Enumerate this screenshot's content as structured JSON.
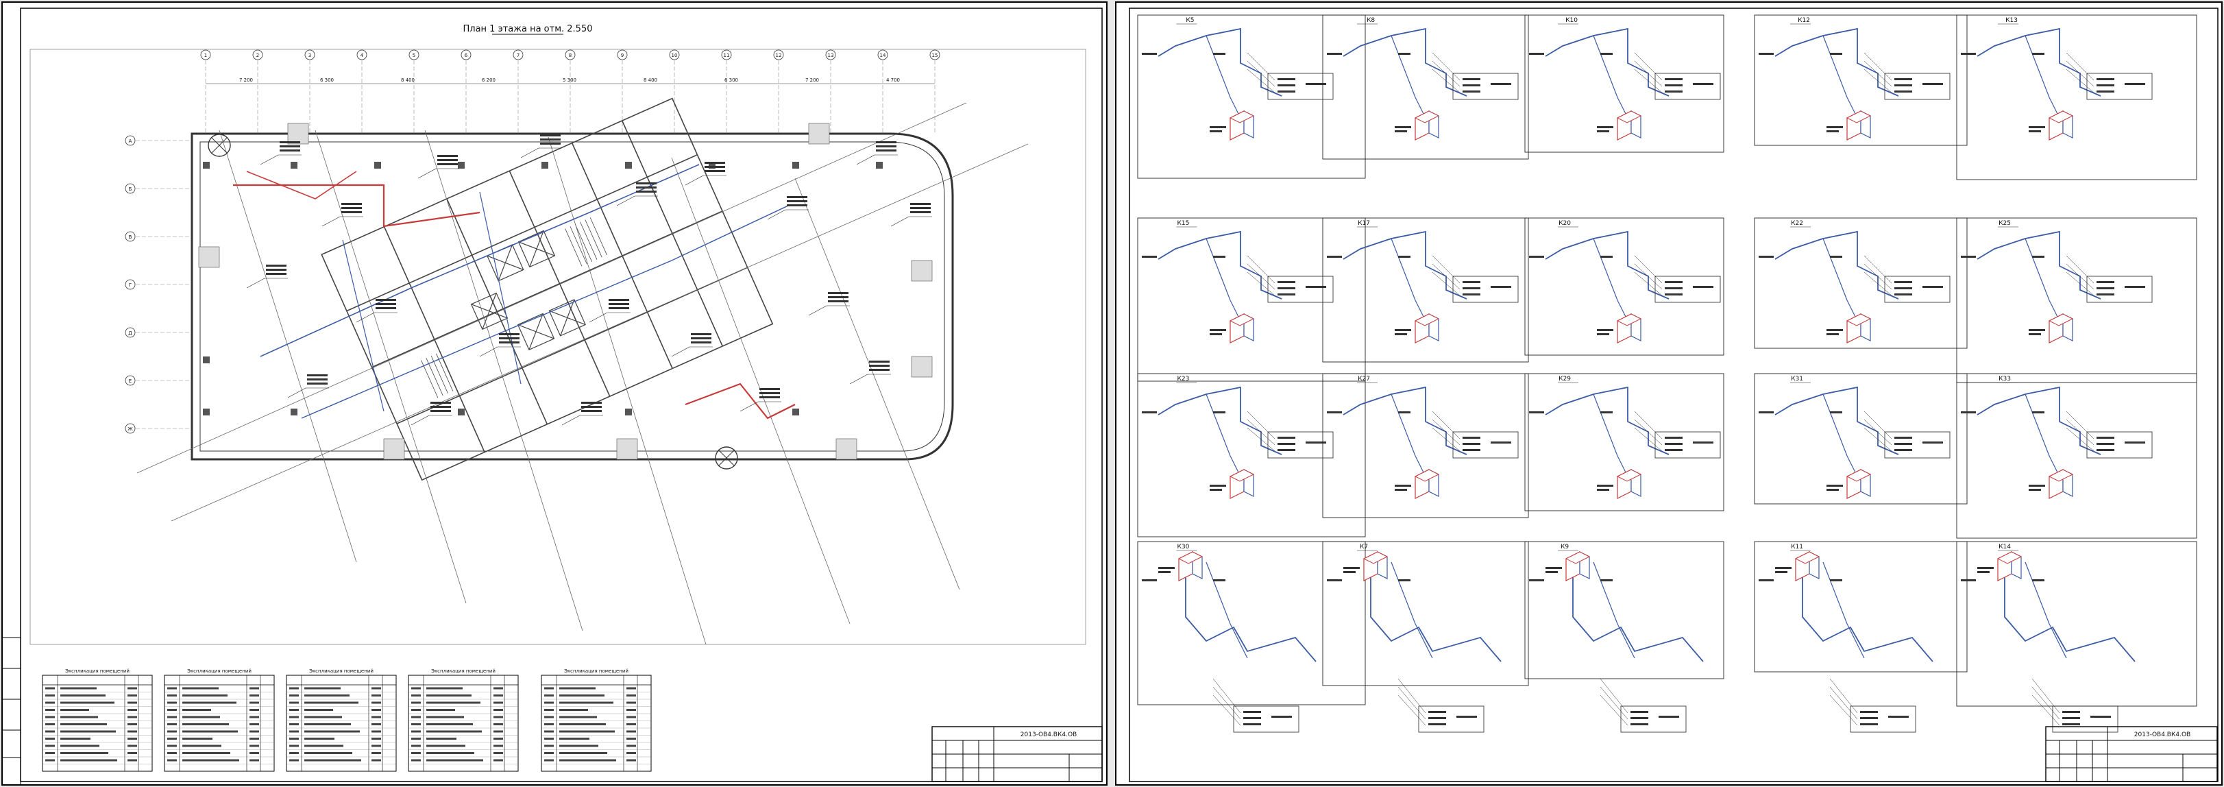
{
  "colors": {
    "paper": "#ffffff",
    "frame": "#000000",
    "wall": "#333333",
    "riser_blue": "#3b5ba5",
    "riser_red": "#c83a3a",
    "grid": "#8a8a8a",
    "label": "#111111"
  },
  "left_sheet": {
    "plan_title": "План 1 этажа на отм. 2.550",
    "grid_top": [
      "1",
      "2",
      "3",
      "4",
      "5",
      "6",
      "7",
      "8",
      "9",
      "10",
      "11",
      "12",
      "13",
      "14",
      "15"
    ],
    "grid_side": [
      "А",
      "Б",
      "В",
      "Г",
      "Д",
      "Е",
      "Ж"
    ],
    "dims_top": [
      "7 200",
      "6 300",
      "8 400",
      "6 200",
      "5 300",
      "8 400",
      "6 300",
      "7 200",
      "4 700"
    ],
    "tables": [
      {
        "title": "Экспликация помещений"
      },
      {
        "title": "Экспликация помещений"
      },
      {
        "title": "Экспликация помещений"
      },
      {
        "title": "Экспликация помещений"
      },
      {
        "title": "Экспликация помещений"
      }
    ],
    "stamp_code": "2013-ОВ4.ВК4.ОВ"
  },
  "right_sheet": {
    "schemes": [
      {
        "label": "К5"
      },
      {
        "label": "К8"
      },
      {
        "label": "К10"
      },
      {
        "label": "К12"
      },
      {
        "label": "К13"
      },
      {
        "label": "К15"
      },
      {
        "label": "К17"
      },
      {
        "label": "К20"
      },
      {
        "label": "К22"
      },
      {
        "label": "К25"
      },
      {
        "label": "К23"
      },
      {
        "label": "К27"
      },
      {
        "label": "К29"
      },
      {
        "label": "К31"
      },
      {
        "label": "К33"
      },
      {
        "label": "К30"
      },
      {
        "label": "К7"
      },
      {
        "label": "К9"
      },
      {
        "label": "К11"
      },
      {
        "label": "К14"
      }
    ],
    "stamp_code": "2013-ОВ4.ВК4.ОВ"
  }
}
